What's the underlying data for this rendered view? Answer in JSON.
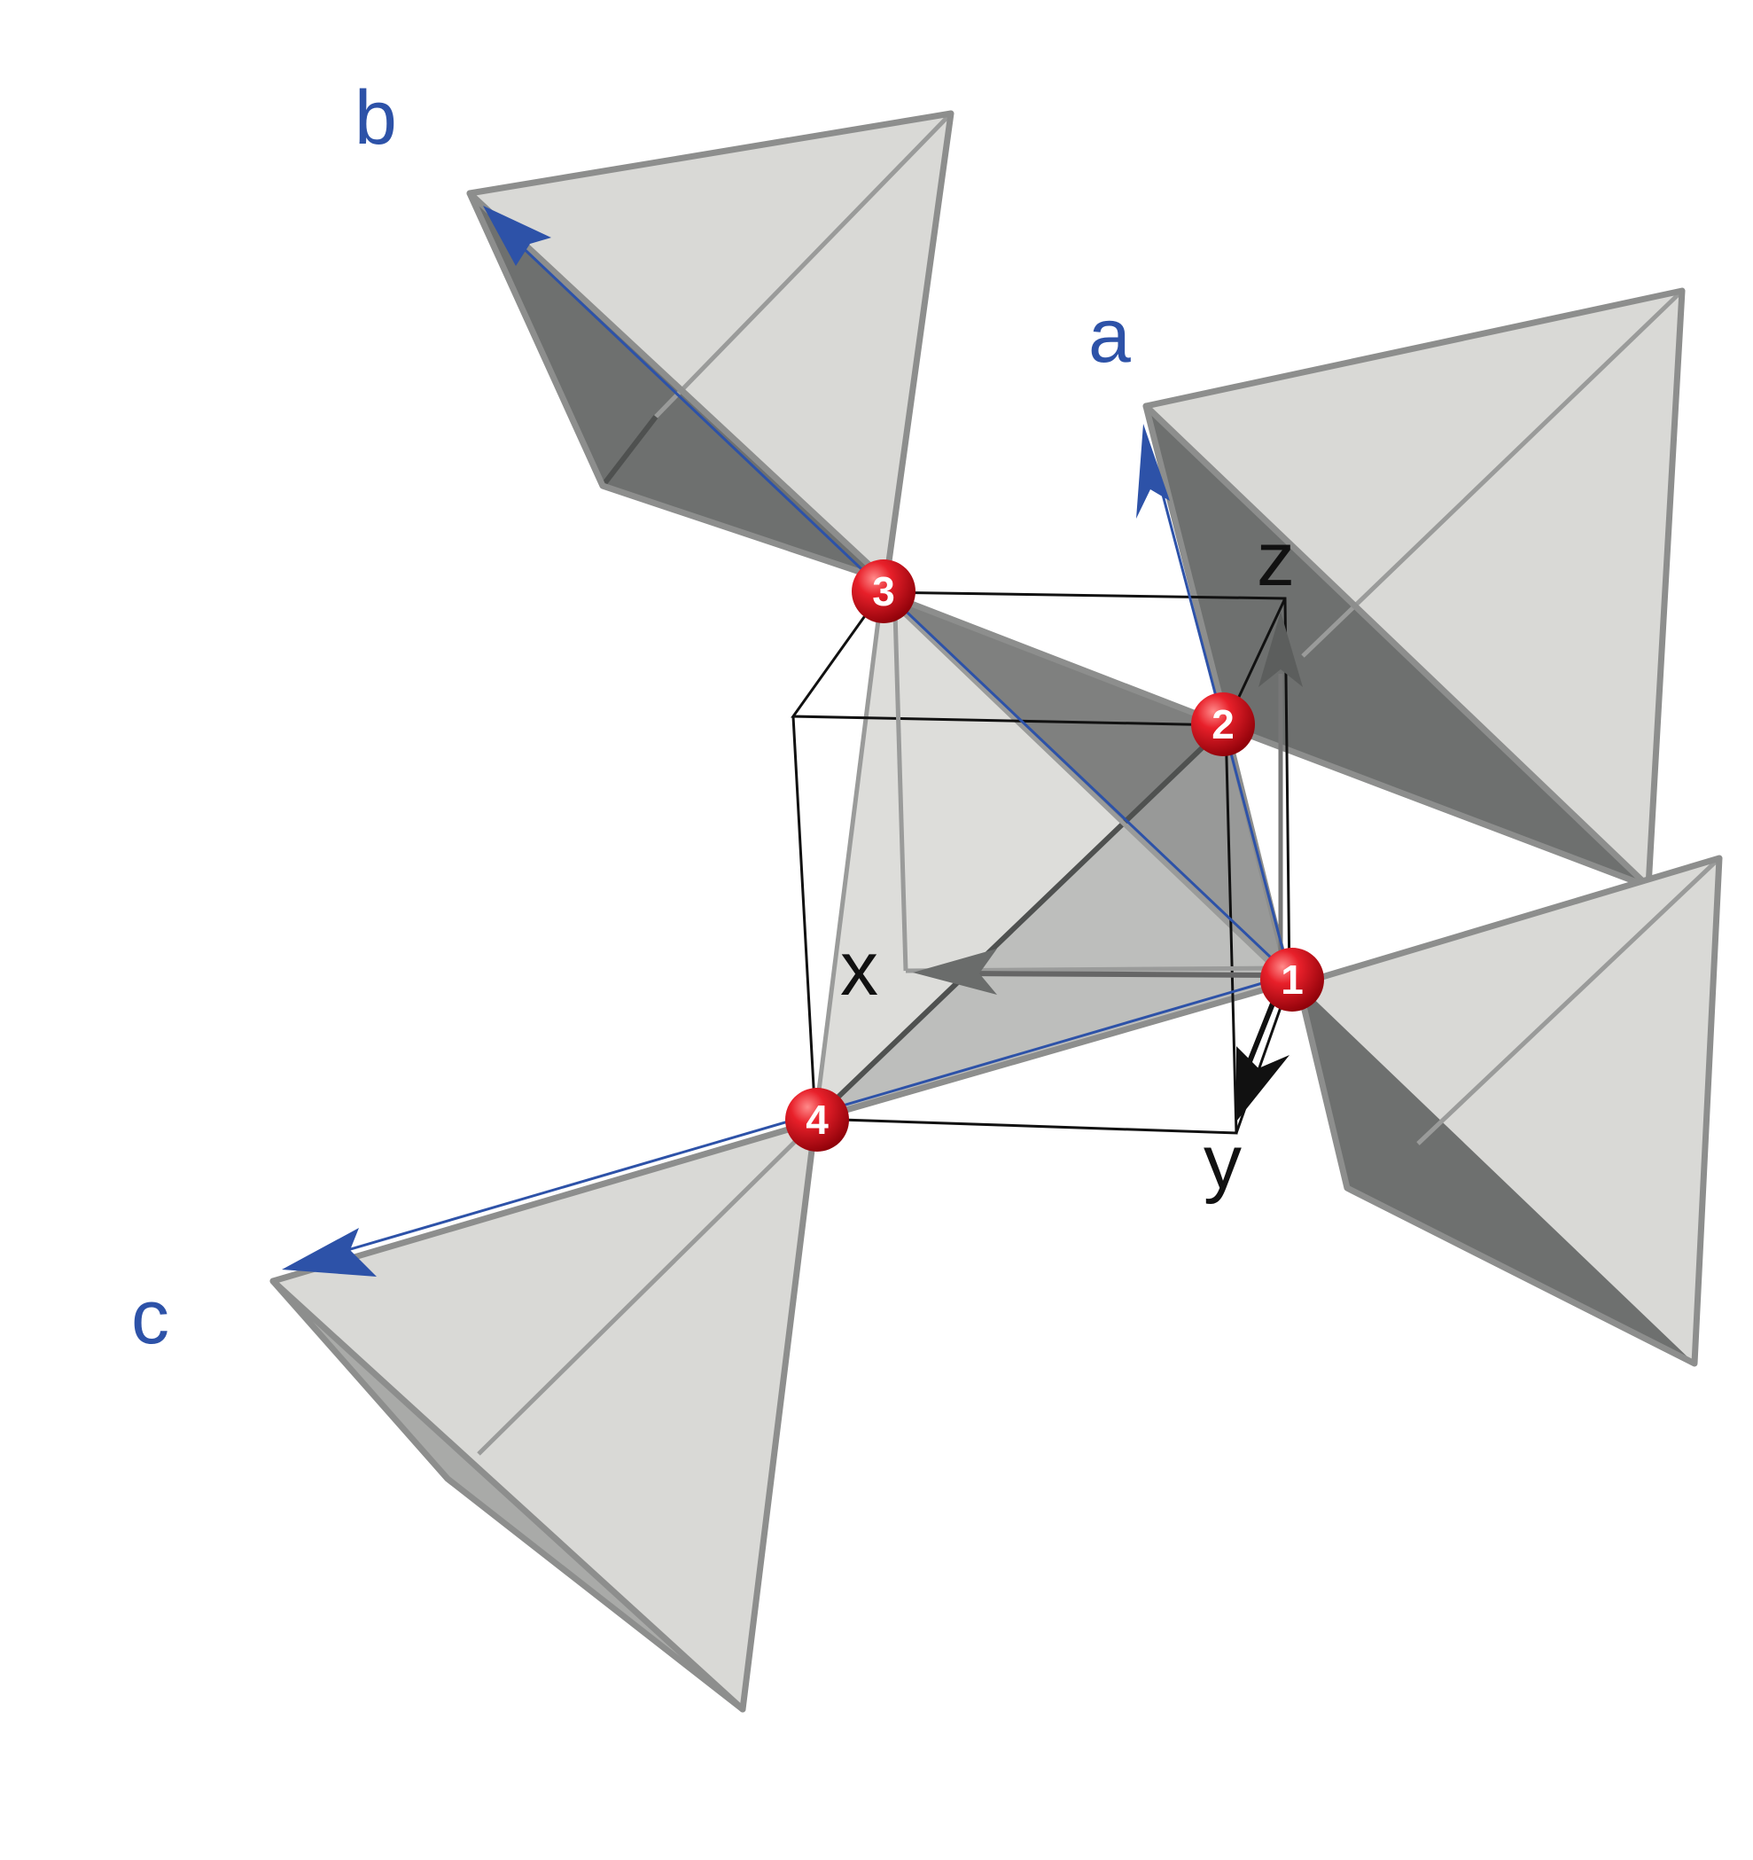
{
  "labels": {
    "a": "a",
    "b": "b",
    "c": "c",
    "x": "x",
    "y": "y",
    "z": "z"
  },
  "atoms": [
    "1",
    "2",
    "3",
    "4"
  ],
  "colors": {
    "vector_blue": "#2d52a8",
    "atom_red": "#d9141c",
    "face_light": "#d9d9d6",
    "face_dark": "#6e706f",
    "edge_gray": "#8d8e8d"
  }
}
